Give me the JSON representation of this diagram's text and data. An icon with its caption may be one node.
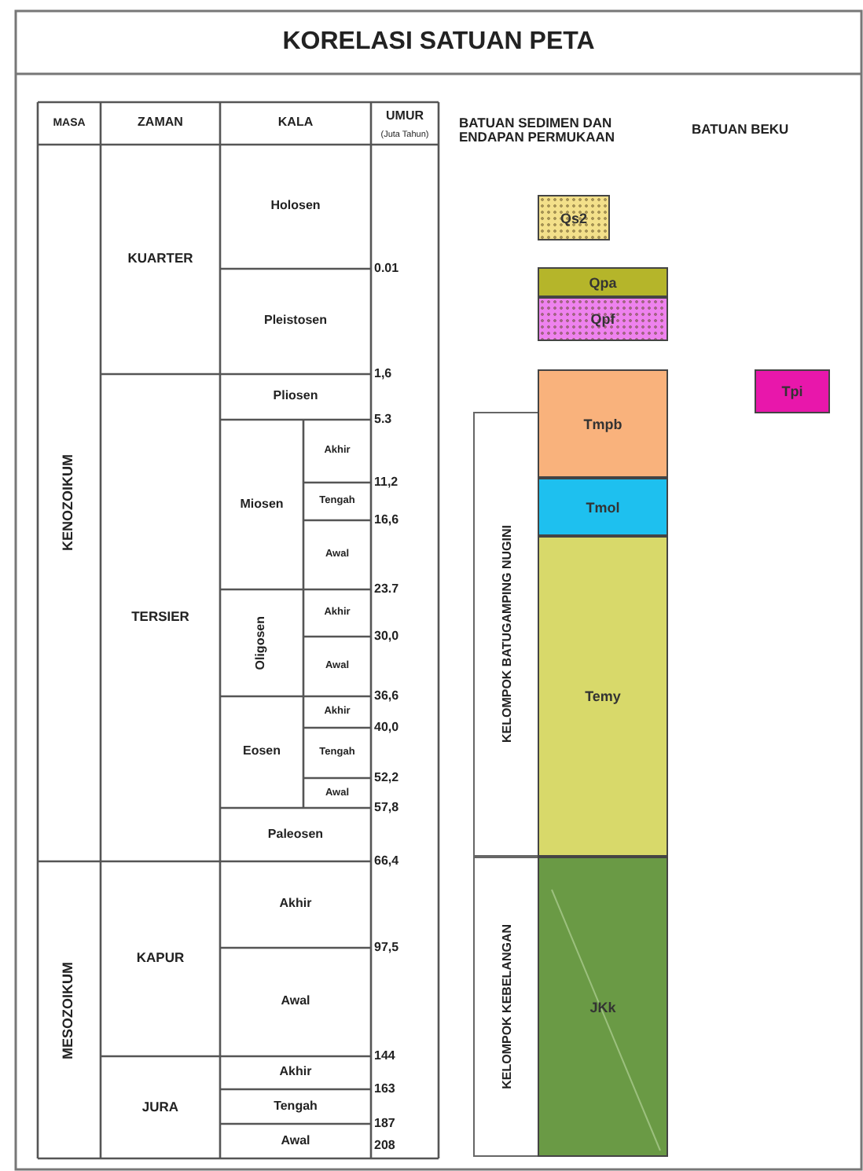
{
  "diagram": {
    "title": "KORELASI SATUAN PETA",
    "nodes": [
      {
        "text": [
          "Qs2"
        ]
      },
      {
        "text": [
          "Qpa"
        ]
      },
      {
        "text": [
          "Qpf"
        ]
      },
      {
        "text": [
          "Tmpb"
        ]
      },
      {
        "text": [
          "Tmol"
        ]
      },
      {
        "text": [
          "Temy"
        ]
      },
      {
        "text": [
          "JKk"
        ]
      },
      {
        "text": [
          "Tpi"
        ]
      },
      {
        "text": [
          "KELOMPOK BATUGAMPING NUGINI"
        ]
      },
      {
        "text": [
          "KELOMPOK KEBELANGAN"
        ]
      }
    ],
    "labels": [
      "MASA",
      "ZAMAN",
      "KALA",
      "UMUR",
      "(Juta Tahun)",
      "BATUAN SEDIMEN DAN ENDAPAN PERMUKAAN",
      "BATUAN BEKU",
      "KENOZOIKUM",
      "KUARTER",
      "Holosen",
      "0.01",
      "Pleistosen",
      "1,6",
      "TERSIER",
      "Pliosen",
      "5.3",
      "Miosen",
      "Akhir",
      "11,2",
      "Tengah",
      "16,6",
      "Awal",
      "23.7",
      "Oligosen",
      "Akhir",
      "30,0",
      "Awal",
      "36,6",
      "Eosen",
      "Akhir",
      "40,0",
      "Tengah",
      "52,2",
      "Awal",
      "57,8",
      "Paleosen",
      "66,4",
      "MESOZOIKUM",
      "KAPUR",
      "Akhir",
      "97,5",
      "Awal",
      "144",
      "JURA",
      "Akhir",
      "163",
      "Tengah",
      "187",
      "Awal",
      "208"
    ]
  }
}
